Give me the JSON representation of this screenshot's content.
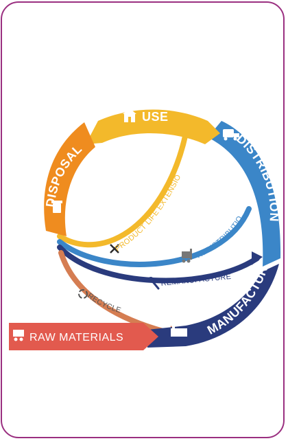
{
  "diagram": {
    "stages": {
      "use": "USE",
      "distribution": "DISTRIBUTION",
      "manufacture": "MANUFACTURE",
      "raw_materials": "RAW MATERIALS",
      "disposal": "DISPOSAL"
    },
    "loops": {
      "product_life_extension": "PRODUCT LIFE EXTENSION",
      "redistribution": "REDISTRIBUTION",
      "remanufacture": "REMANUFACTURE",
      "recycle": "RECYCLE"
    },
    "icons": {
      "use": "home-icon",
      "distribution": "truck-icon",
      "manufacture": "factory-icon",
      "raw_materials": "mine-cart-icon",
      "disposal": "trash-can-icon",
      "product_life_extension": "tools-icon",
      "redistribution": "forklift-icon",
      "remanufacture": "wrench-icon",
      "recycle": "recycle-icon"
    },
    "colors": {
      "use": "#f3b92b",
      "distribution": "#3b86c8",
      "manufacture": "#2a3b7d",
      "raw_materials": "#e25a4e",
      "disposal": "#ef8c1f",
      "frame": "#9a2f80"
    }
  }
}
